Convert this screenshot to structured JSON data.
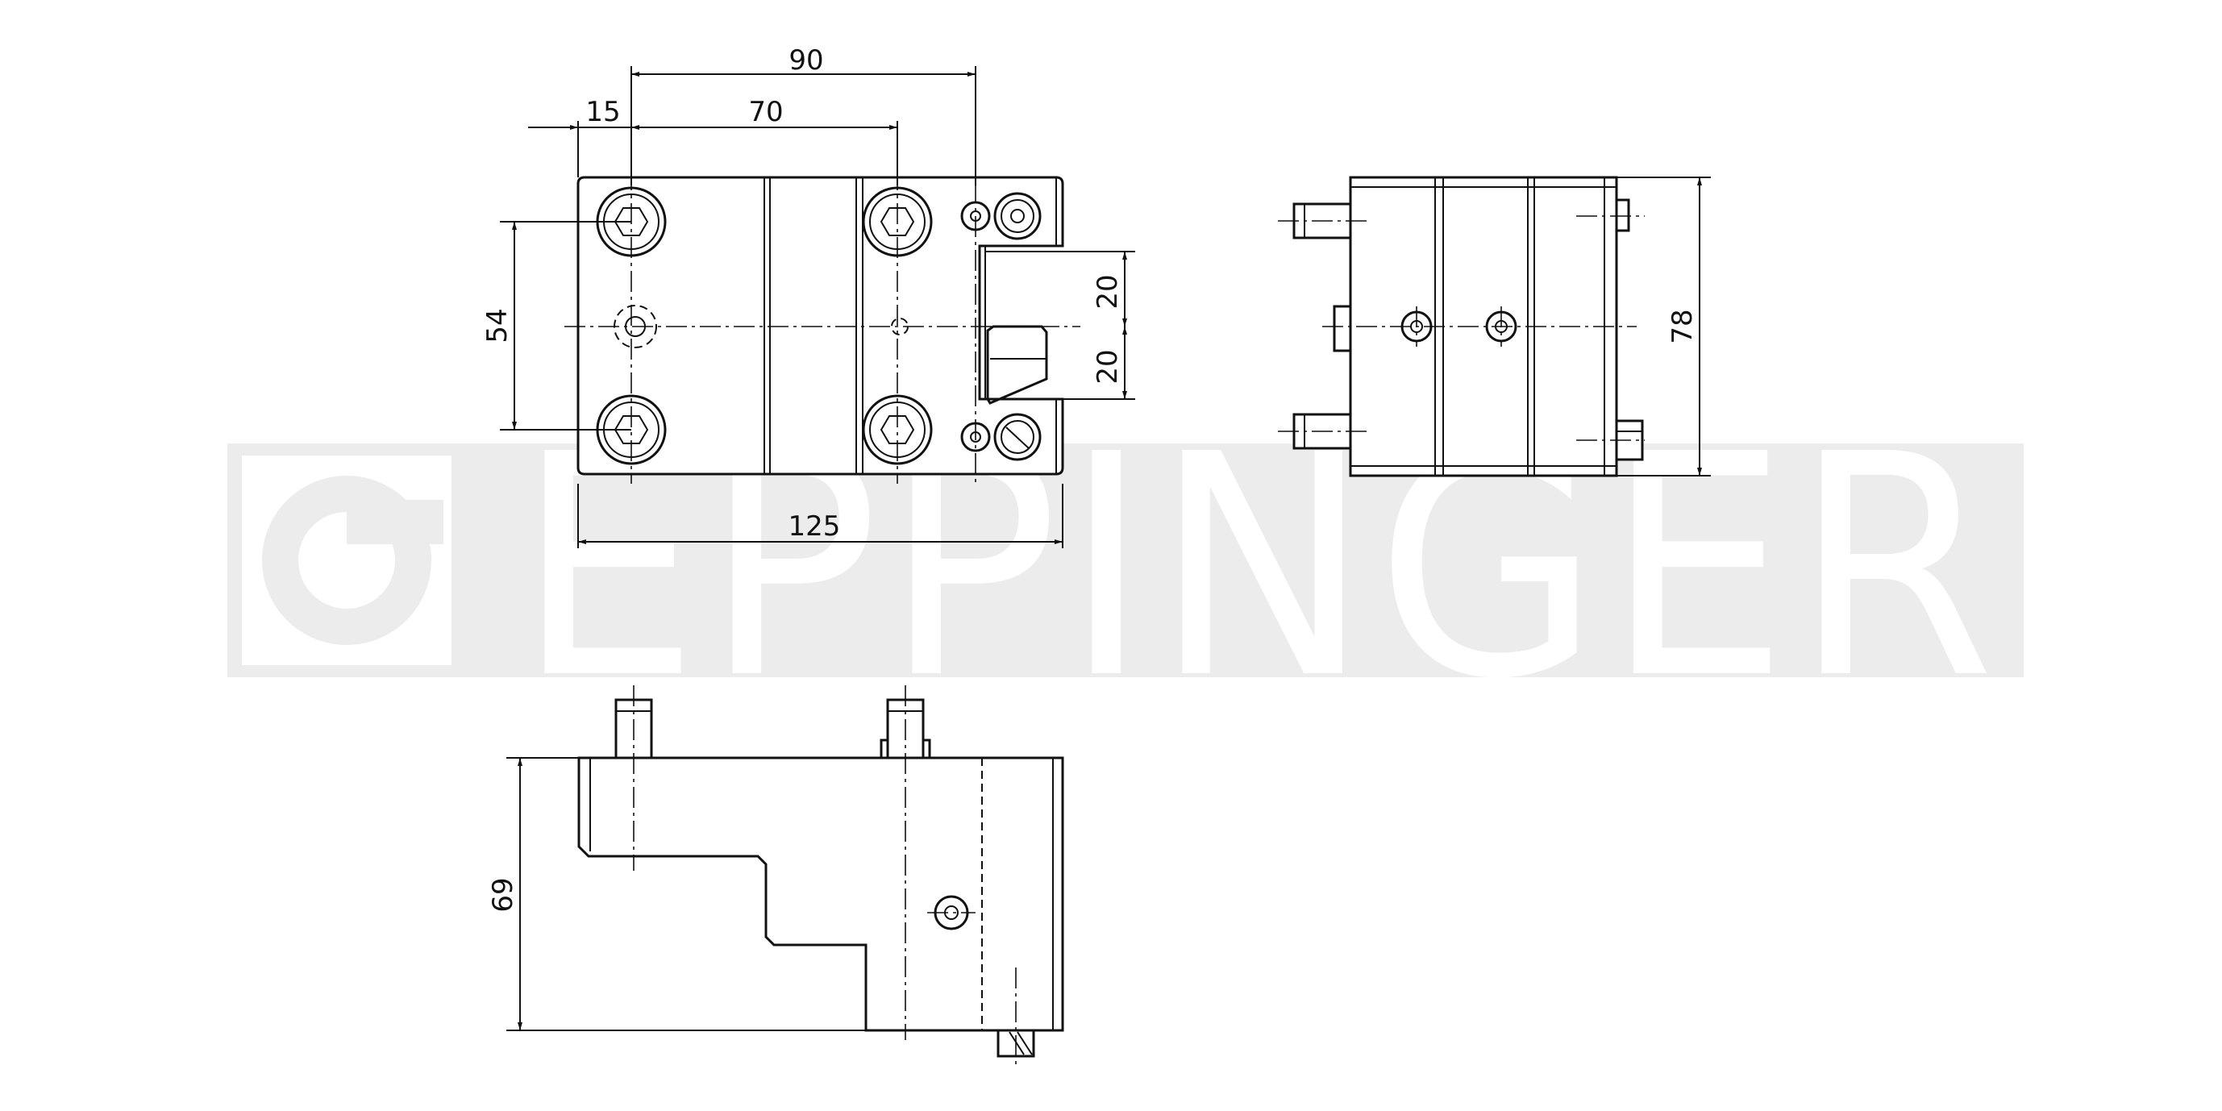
{
  "watermark": {
    "text": "EPPINGER",
    "color": "#ececec"
  },
  "dimensions": {
    "top_overall": "90",
    "top_left": "15",
    "top_mid": "70",
    "left_height": "54",
    "slot_upper": "20",
    "slot_lower": "20",
    "bottom_width": "125",
    "side_height": "78",
    "front_height": "69"
  },
  "colors": {
    "line": "#111111",
    "background": "#ffffff"
  }
}
